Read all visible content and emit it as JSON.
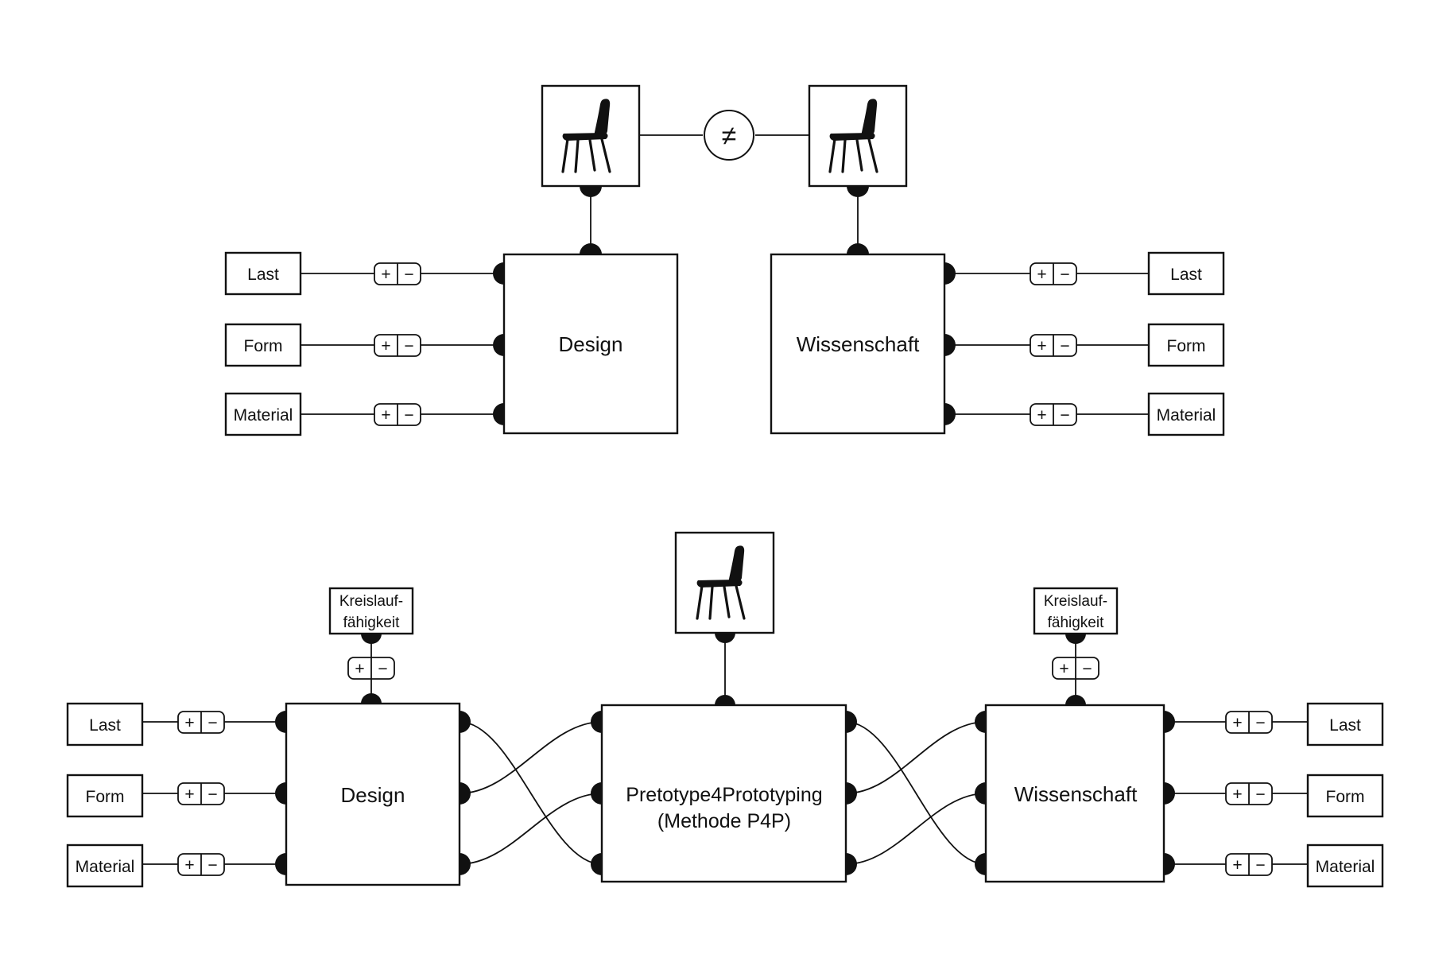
{
  "diagram": {
    "top": {
      "design": {
        "label": "Design"
      },
      "wissenschaft": {
        "label": "Wissenschaft"
      },
      "not_equal_symbol": "≠",
      "left_inputs": [
        "Last",
        "Form",
        "Material"
      ],
      "right_inputs": [
        "Last",
        "Form",
        "Material"
      ]
    },
    "bottom": {
      "design": {
        "label": "Design"
      },
      "p4p": {
        "line1": "Pretotype4Prototyping",
        "line2": "(Methode P4P)"
      },
      "wissenschaft": {
        "label": "Wissenschaft"
      },
      "kreislauf_left": {
        "line1": "Kreislauf-",
        "line2": "fähigkeit"
      },
      "kreislauf_right": {
        "line1": "Kreislauf-",
        "line2": "fähigkeit"
      },
      "left_inputs": [
        "Last",
        "Form",
        "Material"
      ],
      "right_inputs": [
        "Last",
        "Form",
        "Material"
      ]
    },
    "plus_symbol": "+",
    "minus_symbol": "−",
    "icons": [
      "chair-icon"
    ]
  }
}
